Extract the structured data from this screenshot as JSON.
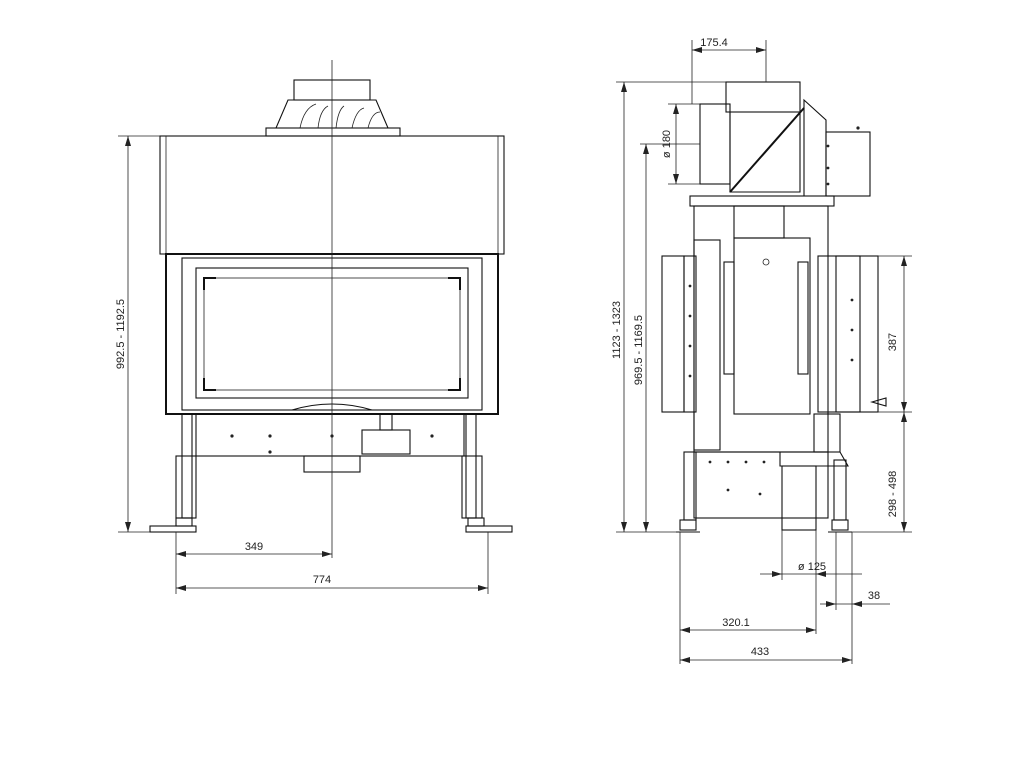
{
  "front_view": {
    "dimensions": {
      "height_range": "992.5 - 1192.5",
      "flue_offset": "349",
      "total_width": "774"
    }
  },
  "side_view": {
    "dimensions": {
      "flue_offset_top": "175.4",
      "flue_diameter": "ø 180",
      "overall_height_range": "1123 - 1323",
      "flue_height_range": "969.5 - 1169.5",
      "side_panel_height": "387",
      "leg_height_range": "298 - 498",
      "air_inlet_diameter": "ø 125",
      "air_inlet_offset": "38",
      "air_inlet_distance": "320.1",
      "total_depth": "433"
    }
  }
}
